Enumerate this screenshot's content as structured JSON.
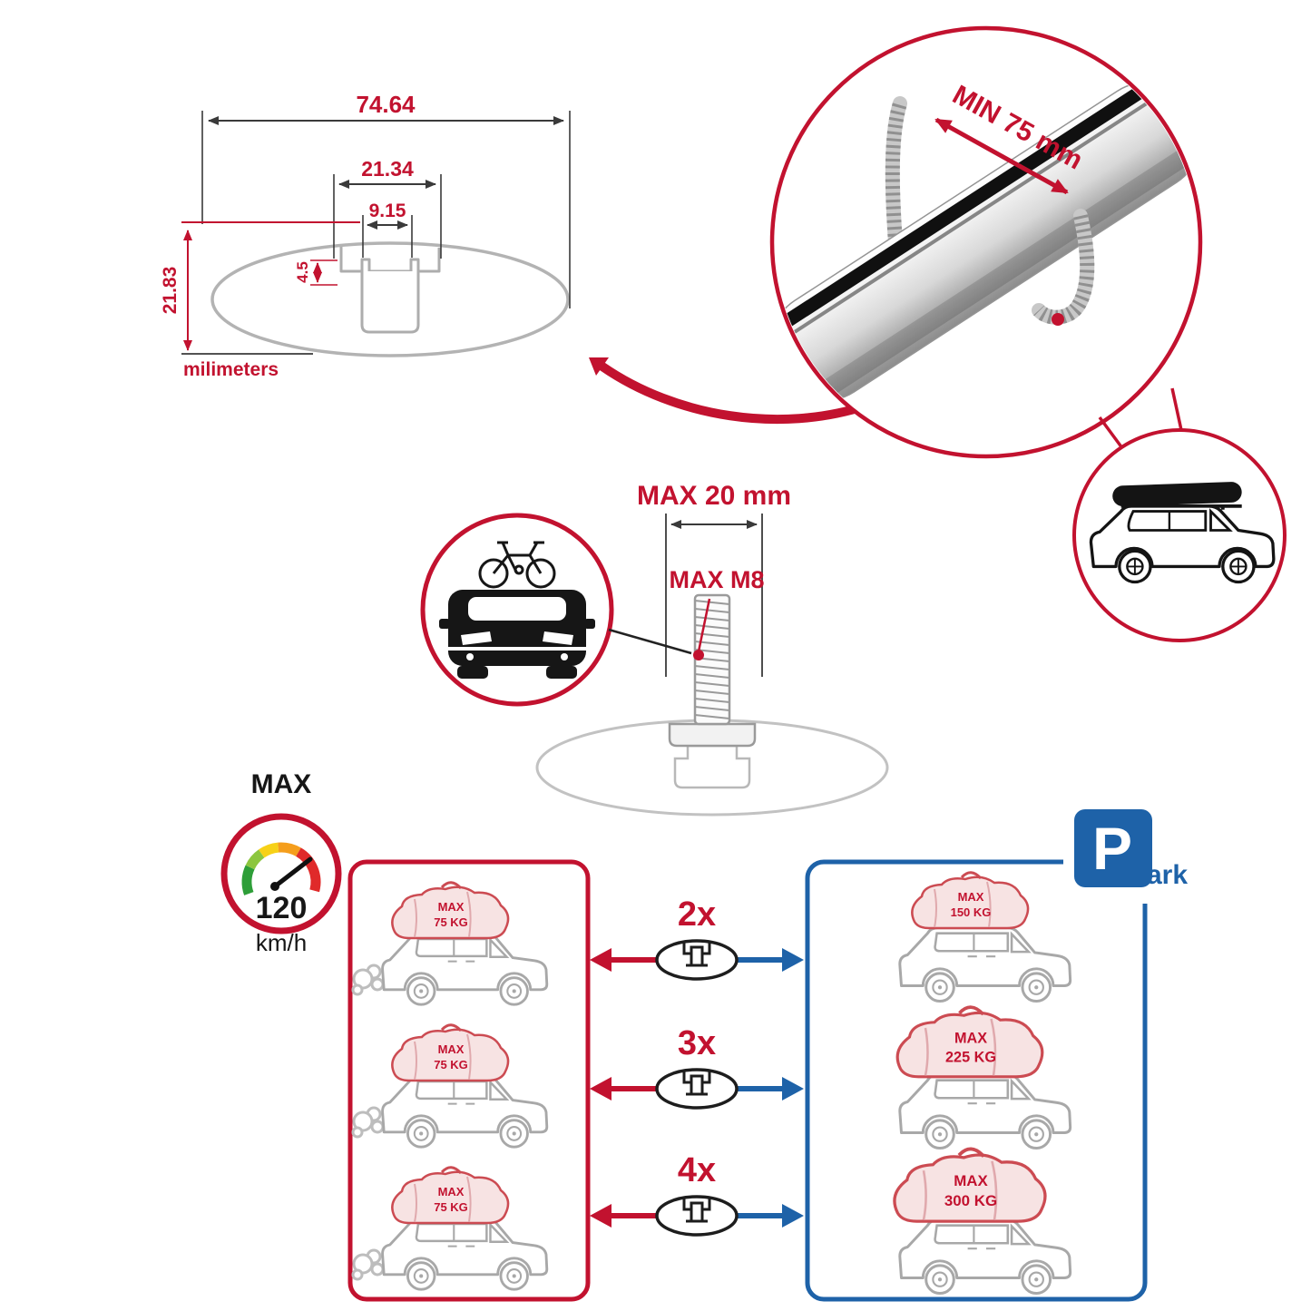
{
  "cross_section": {
    "total_width": "74.64",
    "channel_outer_width": "21.34",
    "channel_inner_width": "9.15",
    "channel_depth": "4.5",
    "total_height": "21.83",
    "units_label": "milimeters"
  },
  "bar_detail": {
    "min_clamp_range": "MIN 75 mm"
  },
  "bolt_detail": {
    "max_length": "MAX 20 mm",
    "max_thread": "MAX M8"
  },
  "speed_limit": {
    "title": "MAX",
    "value": "120",
    "unit": "km/h"
  },
  "driving_panel": {
    "cars": [
      {
        "max_label": "MAX",
        "load": "75 KG"
      },
      {
        "max_label": "MAX",
        "load": "75 KG"
      },
      {
        "max_label": "MAX",
        "load": "75 KG"
      }
    ]
  },
  "bar_counts": [
    {
      "label": "2x"
    },
    {
      "label": "3x"
    },
    {
      "label": "4x"
    }
  ],
  "parking_panel": {
    "sign_p": "P",
    "sign_ark": "ark",
    "cars": [
      {
        "max_label": "MAX",
        "load": "150 KG"
      },
      {
        "max_label": "MAX",
        "load": "225 KG"
      },
      {
        "max_label": "MAX",
        "load": "300 KG"
      }
    ]
  },
  "colors": {
    "accent_red": "#c2122f",
    "accent_blue": "#1e62a8",
    "line_gray": "#b3b3b3",
    "ink": "#161616"
  }
}
